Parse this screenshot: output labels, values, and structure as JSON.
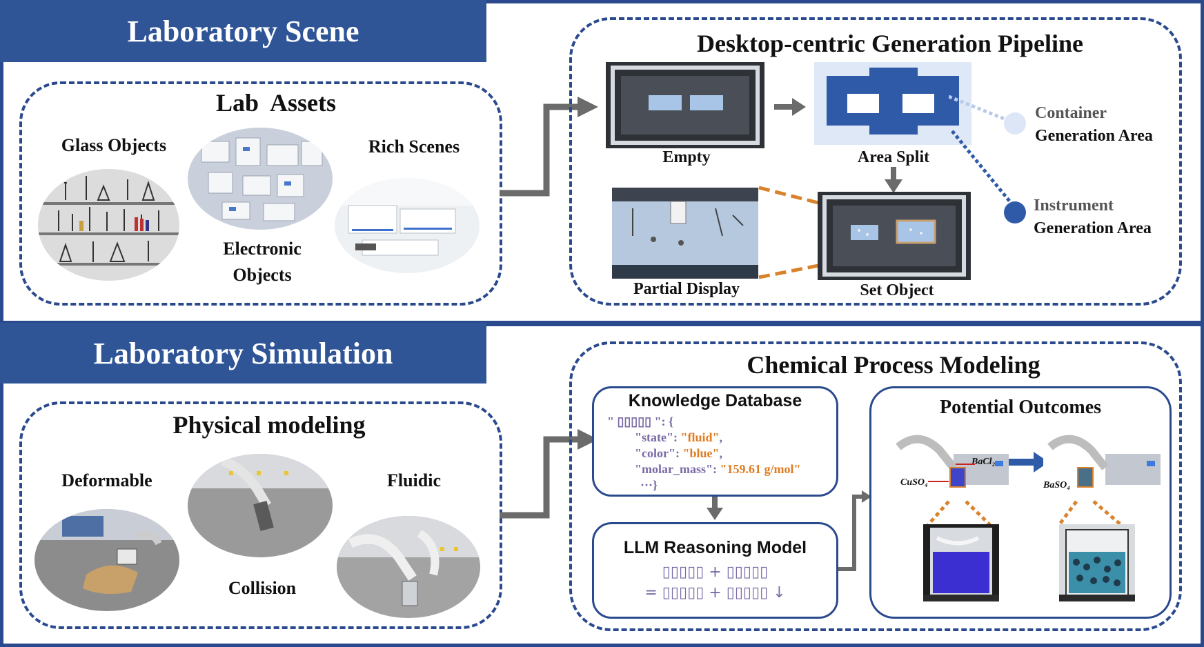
{
  "colors": {
    "frame": "#2b4a8e",
    "banner": "#2f5597",
    "arrow_gray": "#6b6b6b",
    "orange": "#d9822b",
    "code_purple": "#7a6aa6",
    "code_value": "#e07b22"
  },
  "top_section": {
    "banner": "Laboratory Scene",
    "lab_assets": {
      "title": "Lab  Assets",
      "glass": "Glass Objects",
      "electronic_line1": "Electronic",
      "electronic_line2": "Objects",
      "rich": "Rich Scenes"
    },
    "pipeline": {
      "title": "Desktop-centric Generation Pipeline",
      "empty": "Empty",
      "area_split": "Area Split",
      "partial_display": "Partial Display",
      "set_object": "Set Object",
      "container_line1": "Container",
      "container_line2": "Generation Area",
      "instrument_line1": "Instrument",
      "instrument_line2": "Generation Area"
    }
  },
  "bottom_section": {
    "banner": "Laboratory Simulation",
    "physical": {
      "title": "Physical modeling",
      "deformable": "Deformable",
      "collision": "Collision",
      "fluidic": "Fluidic"
    },
    "chemical": {
      "title": "Chemical Process Modeling",
      "knowledge": {
        "title": "Knowledge Database",
        "line1": "\" ▯▯▯▯▯ \": {",
        "state_key": "\"state\": ",
        "state_val": "\"fluid\"",
        "color_key": "\"color\": ",
        "color_val": "\"blue\"",
        "molar_key": "\"molar_mass\": ",
        "molar_val": "\"159.61 g/mol\"",
        "closing": "···}"
      },
      "llm": {
        "title": "LLM Reasoning Model",
        "eq_line1": "▯▯▯▯▯ + ▯▯▯▯▯",
        "eq_line2": "= ▯▯▯▯▯ + ▯▯▯▯▯ ↓"
      },
      "outcomes": {
        "title": "Potential Outcomes",
        "cuso4": "CuSO₄",
        "bacl2": "BaCl₂",
        "baso4": "BaSO₄"
      }
    }
  }
}
